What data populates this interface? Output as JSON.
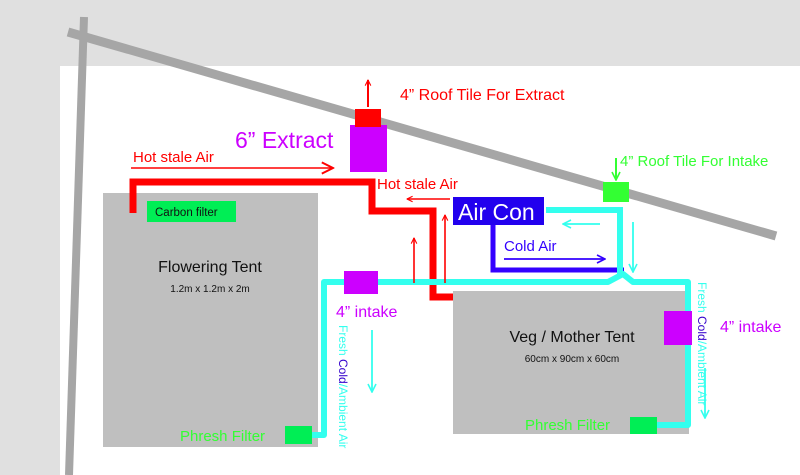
{
  "labels": {
    "roof_tile_extract": "4” Roof Tile For Extract",
    "extract_6": "6” Extract",
    "hot_stale_air_left": "Hot stale Air",
    "hot_stale_air_center": "Hot stale Air",
    "roof_tile_intake": "4” Roof Tile For Intake",
    "carbon_filter": "Carbon filter",
    "air_con": "Air Con",
    "cold_air": "Cold Air",
    "flowering_tent": "Flowering Tent",
    "flowering_dims": "1.2m x 1.2m x 2m",
    "intake_left": "4” intake",
    "intake_right": "4” intake",
    "veg_tent": "Veg / Mother Tent",
    "veg_dims": "60cm x 90cm x 60cm",
    "phresh_filter_left": "Phresh Filter",
    "phresh_filter_right": "Phresh Filter",
    "fresh_left_fresh": "Fresh ",
    "fresh_left_cold": "Cold",
    "fresh_left_rest": "/Ambient Air",
    "fresh_right_fresh": "Fresh ",
    "fresh_right_cold": "Cold",
    "fresh_right_rest": "/Ambient Air"
  },
  "colors": {
    "background_grey": "#e0e0e0",
    "wall_white": "#ffffff",
    "roof_line": "#a6a6a6",
    "tent_grey": "#bfbfbf",
    "hot_red": "#ff0000",
    "extract_purple": "#cc00ff",
    "cold_blue": "#3300ff",
    "fresh_cyan": "#33ffee",
    "filter_green": "#00ee55",
    "intake_green": "#33ff33",
    "dark_text": "#111111",
    "cold_text": "#3300cc"
  }
}
